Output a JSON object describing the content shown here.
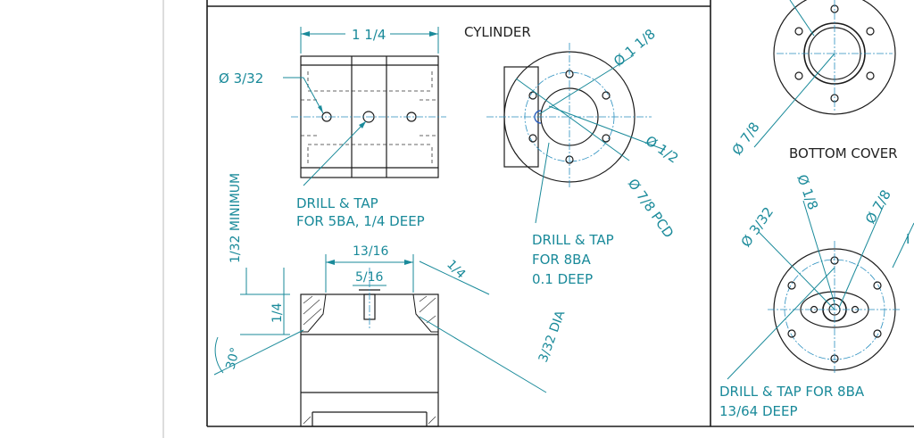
{
  "cylinder": {
    "title": "CYLINDER",
    "dims": {
      "length": "1 1/4",
      "hole_dia": "Ø 3/32",
      "drill_tap_1": "DRILL & TAP",
      "drill_tap_2": "FOR 5BA, 1/4 DEEP",
      "minimum": "1/32 MINIMUM",
      "dim_13_16": "13/16",
      "dim_5_16": "5/16",
      "dim_1_4_top": "1/4",
      "dim_1_4_side": "1/4",
      "angle": "30°",
      "port_dia": "3/32 DIA",
      "dia_1_1_8": "Ø 1 1/8",
      "dia_1_2": "Ø 1/2",
      "pcd": "Ø 7/8 PCD",
      "drill_tap_8ba_1": "DRILL & TAP",
      "drill_tap_8ba_2": "FOR 8BA",
      "drill_tap_8ba_3": "0.1 DEEP"
    }
  },
  "bottom_cover": {
    "title": "BOTTOM COVER",
    "dims": {
      "dia_7_8_upper": "Ø 7/8",
      "dia_3_32": "Ø 3/32",
      "dia_1_8": "Ø 1/8",
      "dia_7_8": "Ø 7/8",
      "drill_tap_1": "DRILL & TAP FOR 8BA",
      "drill_tap_2": "13/64 DEEP"
    }
  }
}
